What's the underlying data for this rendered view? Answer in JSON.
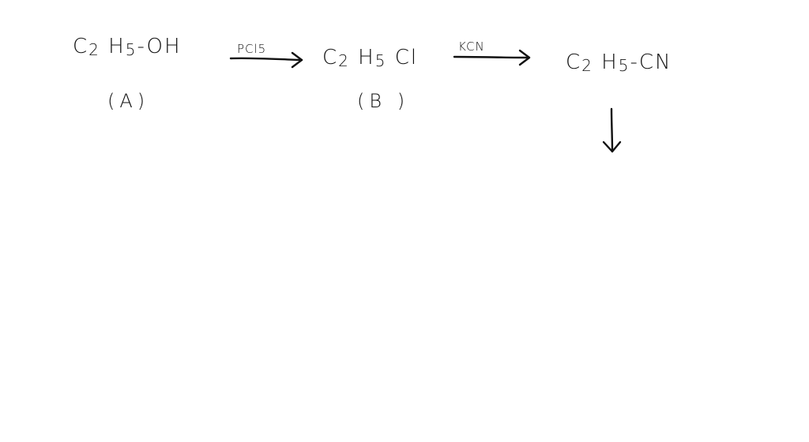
{
  "compounds": {
    "a": {
      "c": "C",
      "sub1": "2",
      "h": "H",
      "sub2": "5",
      "rest": "-OH",
      "label": "(A)"
    },
    "b": {
      "c": "C",
      "sub1": "2",
      "h": "H",
      "sub2": "5",
      "rest": "Cl",
      "label": "(B )"
    },
    "c": {
      "c": "C",
      "sub1": "2",
      "h": "H",
      "sub2": "5",
      "rest": "-CN"
    }
  },
  "reagents": {
    "step1": "PCl5",
    "step2": "KCN"
  },
  "colors": {
    "ink": "#111111",
    "background": "#ffffff"
  },
  "icons": {
    "reaction_arrow": "right-arrow-icon",
    "next_step_arrow": "down-arrow-icon"
  }
}
